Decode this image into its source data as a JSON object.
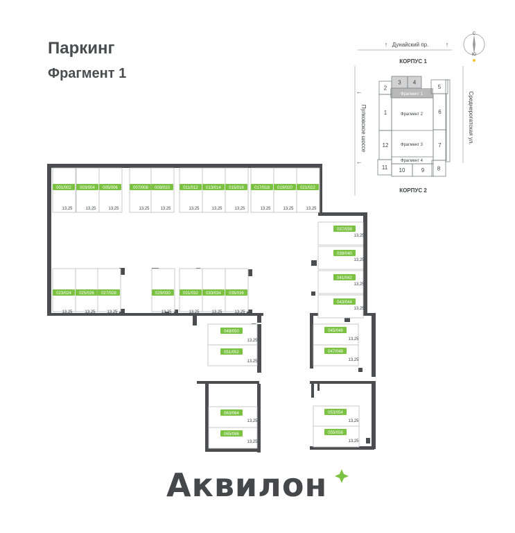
{
  "header": {
    "title": "Паркинг",
    "subtitle": "Фрагмент 1"
  },
  "brand": {
    "name": "Аквилон",
    "accent_color": "#7cc242",
    "star_icon": "sparkle-star-icon"
  },
  "colors": {
    "wall": "#4b4d50",
    "line": "#bdbdbd",
    "label_bg": "#7cc242",
    "label_text": "#ffffff",
    "text": "#3f4144"
  },
  "spaces": [
    {
      "label": "001/002",
      "area": "13,25"
    },
    {
      "label": "003/004",
      "area": "13,25"
    },
    {
      "label": "005/006",
      "area": "13,25"
    },
    {
      "label": "007/008",
      "area": "13,25"
    },
    {
      "label": "009/010",
      "area": "13,25"
    },
    {
      "label": "011/012",
      "area": "13,25"
    },
    {
      "label": "013/014",
      "area": "13,25"
    },
    {
      "label": "015/016",
      "area": "13,25"
    },
    {
      "label": "017/018",
      "area": "13,25"
    },
    {
      "label": "019/020",
      "area": "13,25"
    },
    {
      "label": "021/022",
      "area": "13,25"
    },
    {
      "label": "023/024",
      "area": "13,25"
    },
    {
      "label": "025/026",
      "area": "13,25"
    },
    {
      "label": "027/028",
      "area": "13,25"
    },
    {
      "label": "029/030",
      "area": "13,25"
    },
    {
      "label": "031/032",
      "area": "13,25"
    },
    {
      "label": "033/034",
      "area": "13,25"
    },
    {
      "label": "035/036",
      "area": "13,25"
    },
    {
      "label": "037/038",
      "area": "13,25"
    },
    {
      "label": "039/040",
      "area": "13,25"
    },
    {
      "label": "041/042",
      "area": "13,25"
    },
    {
      "label": "043/044",
      "area": "13,25"
    },
    {
      "label": "049/050",
      "area": "13,25"
    },
    {
      "label": "051/052",
      "area": "13,25"
    },
    {
      "label": "045/046",
      "area": "13,25"
    },
    {
      "label": "047/048",
      "area": "13,25"
    },
    {
      "label": "063/064",
      "area": "13,25"
    },
    {
      "label": "065/066",
      "area": "13,25"
    },
    {
      "label": "053/054",
      "area": "13,25"
    },
    {
      "label": "055/056",
      "area": "13,25"
    }
  ],
  "minimap": {
    "street_top": "Дунайский пр.",
    "street_left": "Пулковское шоссе",
    "street_right": "Среднерогатская ул.",
    "korpus_top": "КОРПУС 1",
    "korpus_bottom": "КОРПУС 2",
    "highlight": "Фрагмент 1",
    "fragments": [
      "Фрагмент 2",
      "Фрагмент 3",
      "Фрагмент 4"
    ],
    "cells": [
      "2",
      "3",
      "4",
      "5",
      "1",
      "6",
      "12",
      "7",
      "11",
      "10",
      "9",
      "8"
    ],
    "compass": [
      "С",
      "Ю"
    ]
  }
}
